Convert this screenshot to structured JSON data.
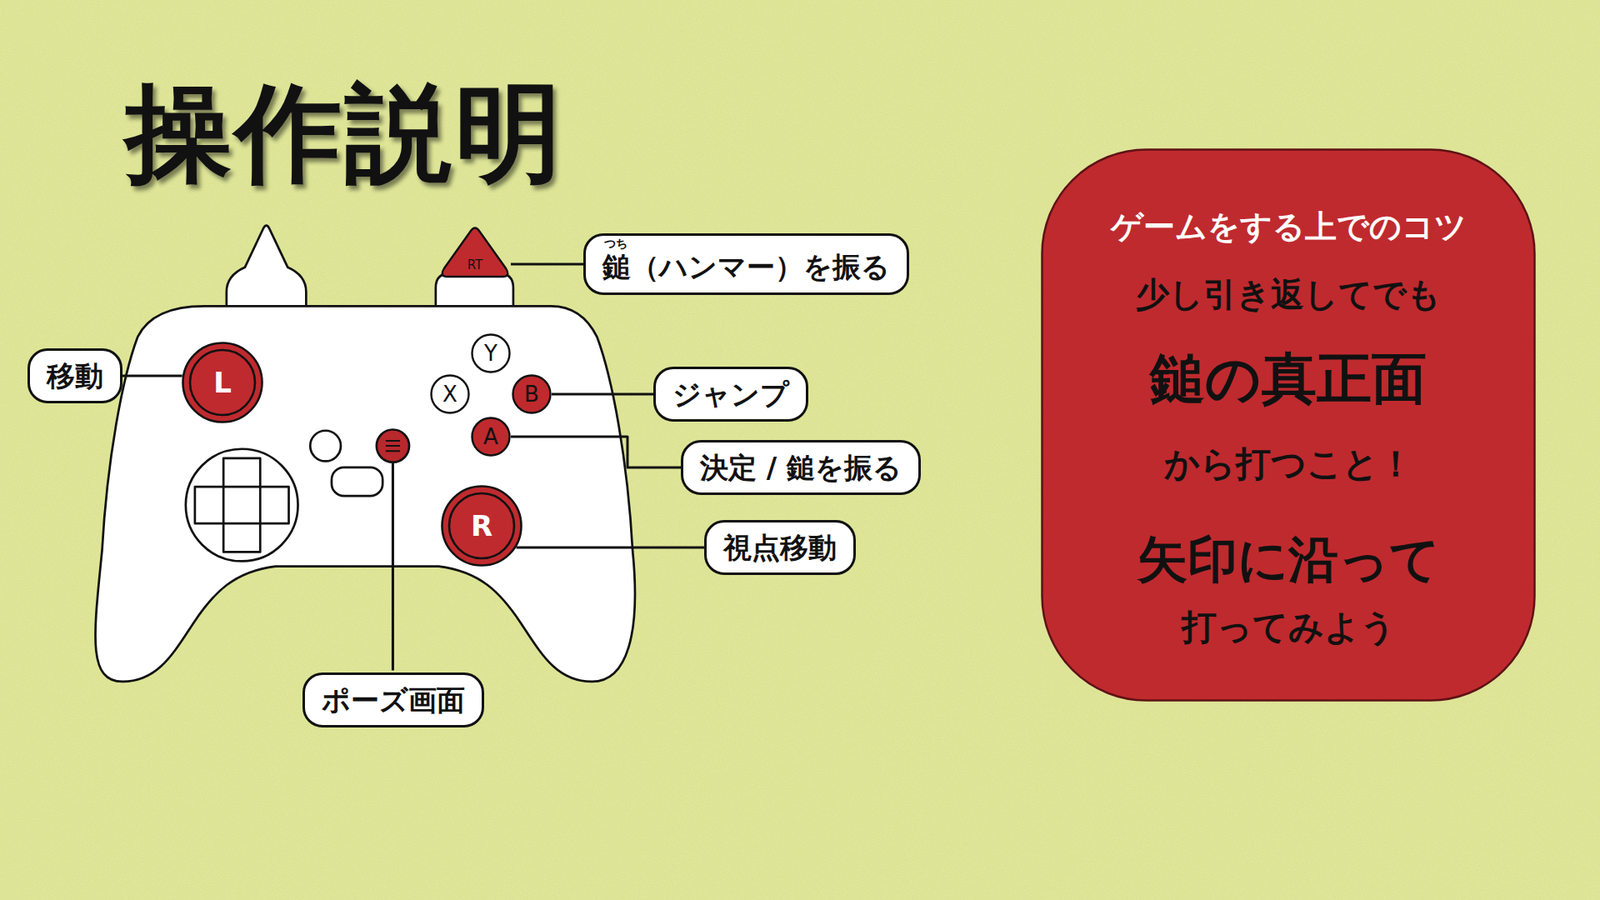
{
  "diagram": {
    "title": "操作説明",
    "nodes": [
      {
        "text": [
          "RT"
        ]
      },
      {
        "text": [
          "つち",
          "鎚（ハンマー）を振る"
        ]
      },
      {
        "text": [
          "移動"
        ]
      },
      {
        "text": [
          "L"
        ]
      },
      {
        "text": [
          "Y"
        ]
      },
      {
        "text": [
          "X"
        ]
      },
      {
        "text": [
          "B"
        ]
      },
      {
        "text": [
          "ジャンプ"
        ]
      },
      {
        "text": [
          "A"
        ]
      },
      {
        "text": [
          "決定 / 鎚を振る"
        ]
      },
      {
        "text": [
          "R"
        ]
      },
      {
        "text": [
          "視点移動"
        ]
      },
      {
        "text": [
          "ポーズ画面"
        ]
      },
      {
        "text": [
          "ゲームをする上でのコツ",
          "少し引き返してでも",
          "鎚の真正面",
          "から打つこと！",
          "矢印に沿って",
          "打ってみよう"
        ]
      }
    ],
    "edges": [
      {
        "from": 3,
        "to": 2,
        "arrow": "none"
      },
      {
        "from": 0,
        "to": 1,
        "arrow": "none"
      },
      {
        "from": 6,
        "to": 7,
        "arrow": "none"
      },
      {
        "from": 8,
        "to": 9,
        "arrow": "none"
      },
      {
        "from": 10,
        "to": 11,
        "arrow": "none"
      }
    ]
  }
}
